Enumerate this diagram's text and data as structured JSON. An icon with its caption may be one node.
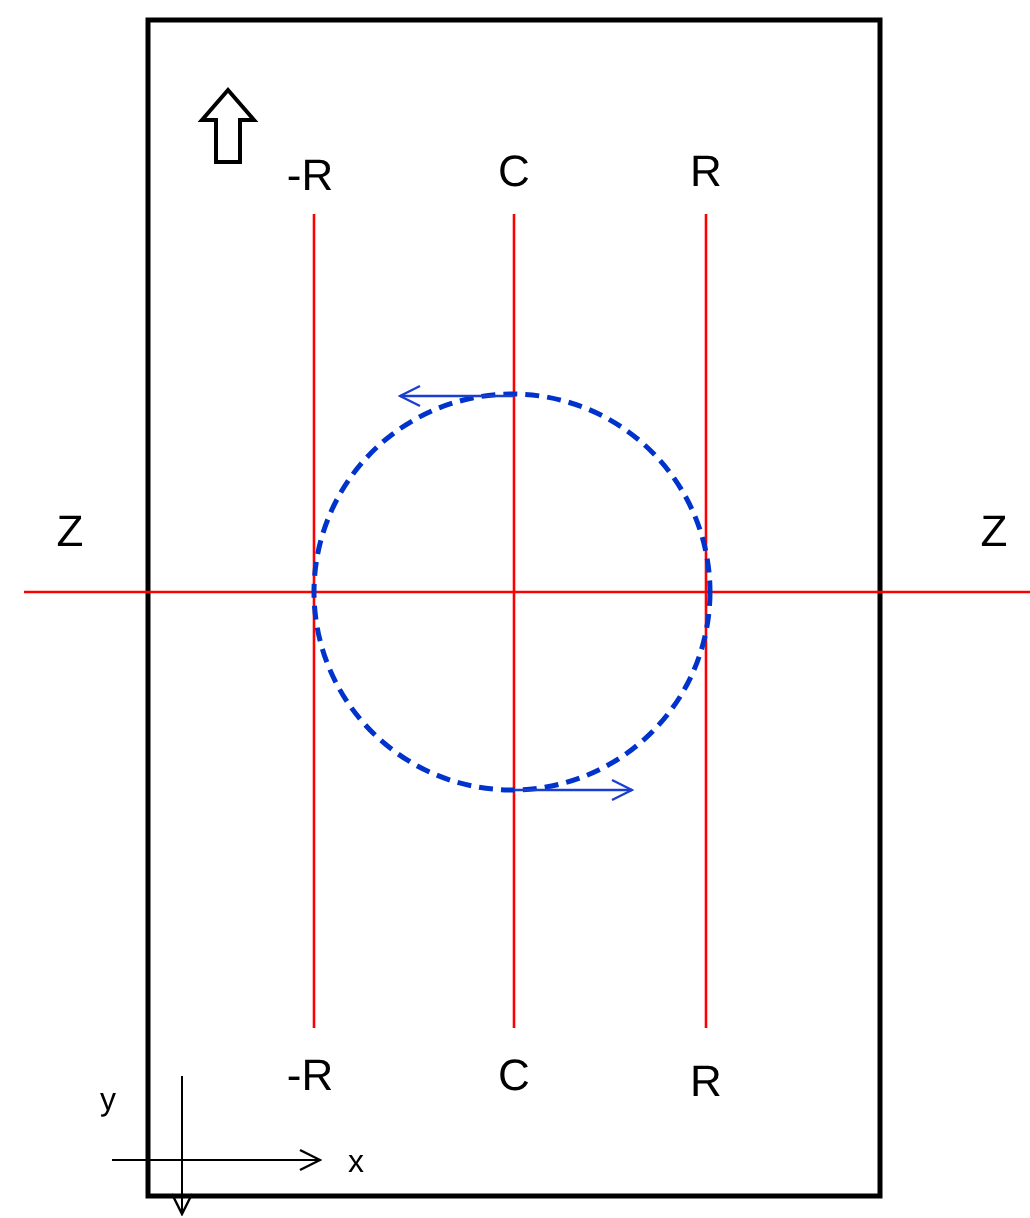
{
  "diagram": {
    "labels": [
      "-R",
      "C",
      "R",
      "Z",
      "Z",
      "-R",
      "C",
      "R",
      "y",
      "x"
    ]
  }
}
